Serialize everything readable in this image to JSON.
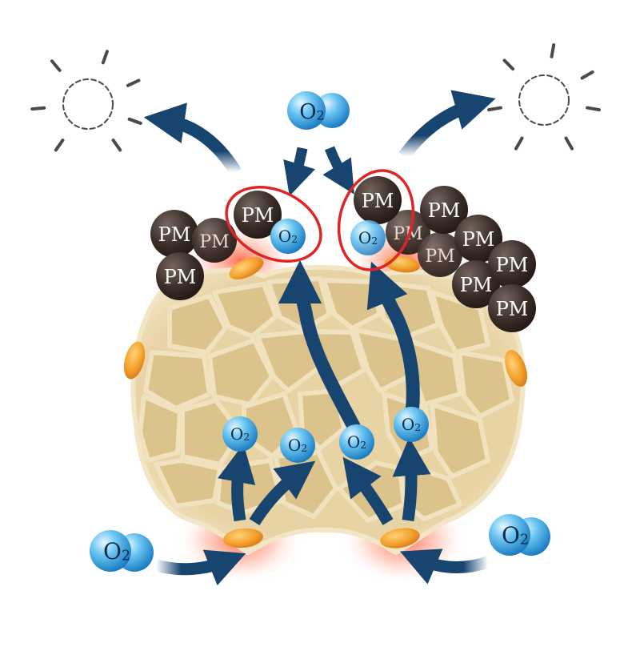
{
  "labels": {
    "oxygen": "O",
    "oxygen_subscript": "2",
    "particulate": "PM"
  },
  "colors": {
    "arrow": "#17456f",
    "oxygen_light": "#bfe8ff",
    "oxygen_mid": "#4ab3ea",
    "oxygen_dark": "#1878c0",
    "pm_light": "#6e5f58",
    "pm_dark": "#2d211d",
    "skin_fill": "#e8d3a4",
    "skin_cell": "#dcc38c",
    "skin_border": "#f1e2bf",
    "pore": "#f39a24",
    "highlight_ring": "#e02424",
    "sun": "#4a4a4a"
  },
  "icons": [
    "sun-icon",
    "sun-icon"
  ]
}
